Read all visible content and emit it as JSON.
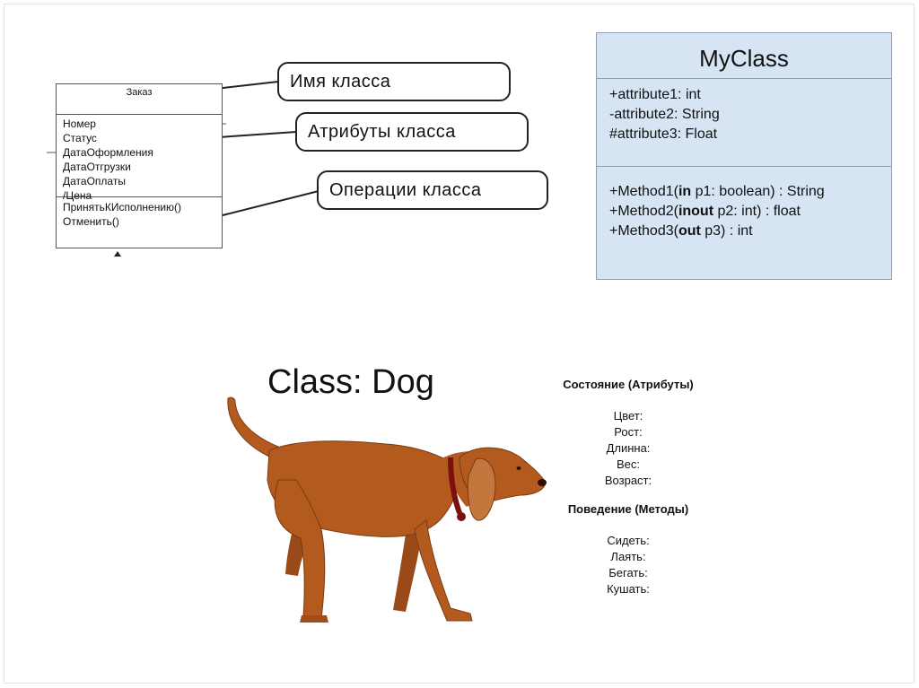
{
  "order_class": {
    "name": "Заказ",
    "attributes": [
      "Номер",
      "Статус",
      "ДатаОформления",
      "ДатаОтгрузки",
      "ДатаОплаты",
      "/Цена"
    ],
    "operations": [
      "ПринятьКИсполнению()",
      "Отменить()"
    ]
  },
  "callouts": {
    "class_name": "Имя класса",
    "class_attributes": "Атрибуты класса",
    "class_operations": "Операции класса"
  },
  "myclass": {
    "name": "MyClass",
    "attributes": [
      "+attribute1: int",
      "-attribute2: String",
      "#attribute3: Float"
    ],
    "operations": [
      {
        "pre": "+Method1(",
        "kw": "in",
        "post": " p1: boolean) : String"
      },
      {
        "pre": "+Method2(",
        "kw": "inout",
        "post": " p2: int) : float"
      },
      {
        "pre": "+Method3(",
        "kw": "out",
        "post": " p3) : int"
      }
    ]
  },
  "dog": {
    "title": "Class: Dog",
    "state_heading": "Состояние (Атрибуты)",
    "attributes": [
      "Цвет:",
      "Рост:",
      "Длинна:",
      "Вес:",
      "Возраст:"
    ],
    "behavior_heading": "Поведение (Методы)",
    "methods": [
      "Сидеть:",
      "Лаять:",
      "Бегать:",
      "Кушать:"
    ]
  },
  "colors": {
    "myclass_fill": "#d6e4f3",
    "dog_body": "#b35a1f",
    "dog_ear": "#c4773d",
    "collar": "#7a1010"
  }
}
